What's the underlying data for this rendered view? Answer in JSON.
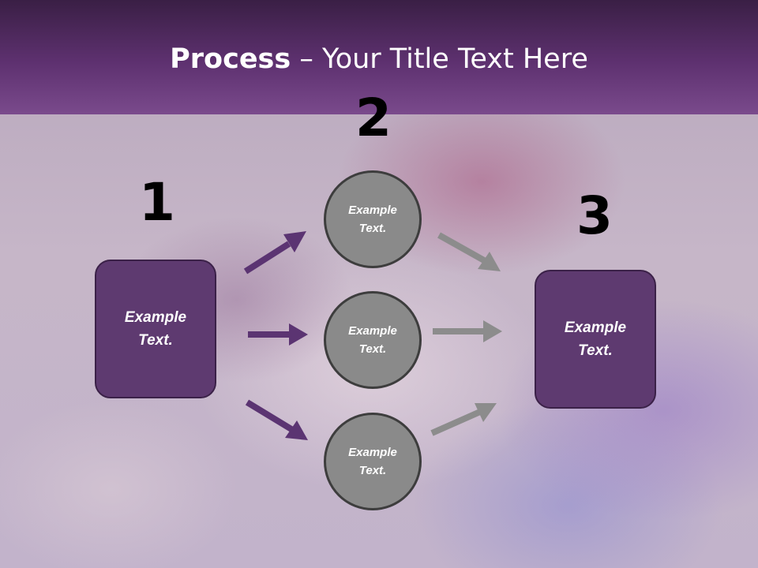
{
  "slide": {
    "title_bold": "Process",
    "title_rest": " – Your Title Text Here"
  },
  "steps": {
    "one": {
      "number": "1",
      "text": "Example Text."
    },
    "two": {
      "number": "2"
    },
    "three": {
      "number": "3",
      "text": "Example Text."
    }
  },
  "circles": [
    {
      "text": "Example Text."
    },
    {
      "text": "Example Text."
    },
    {
      "text": "Example Text."
    }
  ],
  "colors": {
    "header_top": "#3a1f45",
    "header_bottom": "#7a4a8c",
    "box_fill": "#5e3a70",
    "circle_fill": "#8a8a8a",
    "arrow_purple": "#5b3472",
    "arrow_gray": "#8c8c8c"
  }
}
